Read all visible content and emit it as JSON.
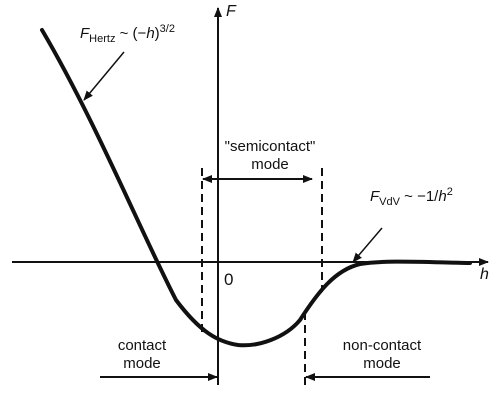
{
  "axes": {
    "y_label": "F",
    "x_label": "h",
    "origin_label": "0"
  },
  "annotations": {
    "hertz": {
      "F": "F",
      "sub": "Hertz",
      "mid": " ~ (−",
      "h": "h",
      "close": ")",
      "sup": "3/2"
    },
    "vdw": {
      "F": "F",
      "sub": "VdV",
      "mid": " ~ −1/",
      "h": "h",
      "sup": "2"
    }
  },
  "regions": {
    "semicontact_line1": "\"semicontact\"",
    "semicontact_line2": "mode",
    "contact_line1": "contact",
    "contact_line2": "mode",
    "noncontact_line1": "non-contact",
    "noncontact_line2": "mode"
  }
}
